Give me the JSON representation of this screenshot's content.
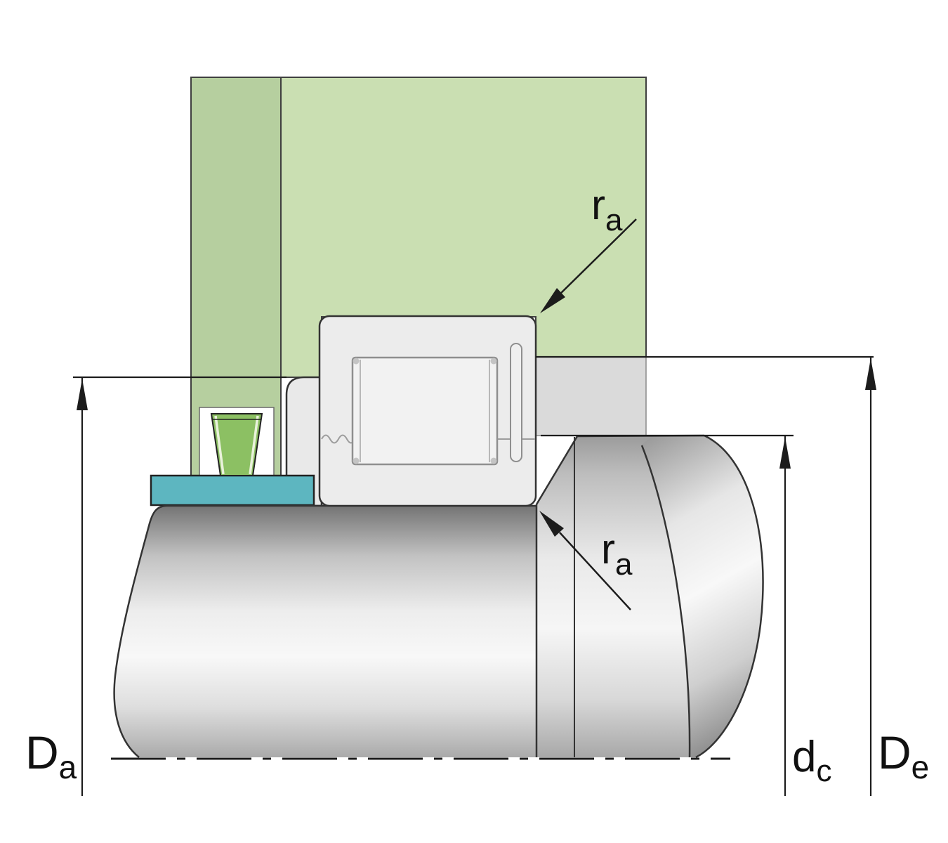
{
  "figure": {
    "kind": "bearing-mounting-cross-section",
    "dimension_labels": {
      "Da": {
        "symbol": "D",
        "subscript": "a"
      },
      "dc": {
        "symbol": "d",
        "subscript": "c"
      },
      "De": {
        "symbol": "D",
        "subscript": "e"
      },
      "ra_upper": {
        "symbol": "r",
        "subscript": "a"
      },
      "ra_lower": {
        "symbol": "r",
        "subscript": "a"
      }
    },
    "colors": {
      "housing_green": "#cadfb2",
      "housing_green_dark": "#b6cf9f",
      "spacer_teal": "#5db6c0",
      "locating_key_green": "#8cc063",
      "bearing_gray": "#ececec",
      "collar_gray": "#e9e9e9",
      "step_gray": "#dadada",
      "line_dark": "#1c1c1c"
    }
  }
}
